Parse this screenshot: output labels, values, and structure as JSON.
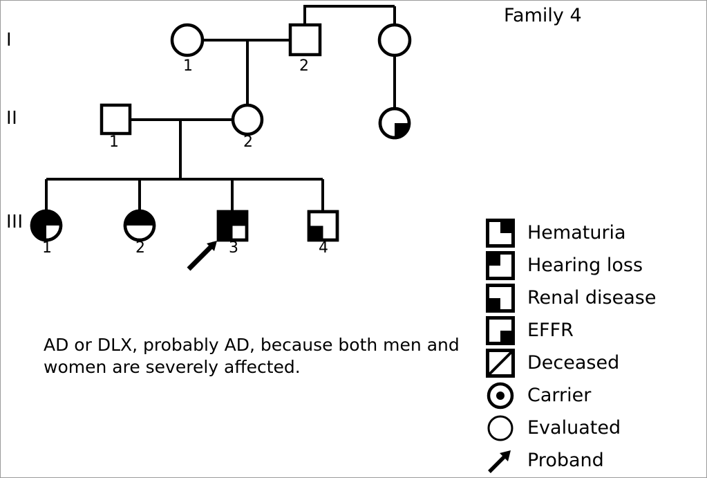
{
  "title": "Family 4",
  "generations": [
    {
      "label": "I"
    },
    {
      "label": "II"
    },
    {
      "label": "III"
    }
  ],
  "individuals": [
    {
      "id": "I-1",
      "generation": "I",
      "number": "1",
      "sex": "female",
      "shape": "circle",
      "quadrants": []
    },
    {
      "id": "I-2",
      "generation": "I",
      "number": "2",
      "sex": "male",
      "shape": "square",
      "quadrants": []
    },
    {
      "id": "I-3",
      "generation": "I",
      "number": "",
      "sex": "female",
      "shape": "circle",
      "quadrants": []
    },
    {
      "id": "II-1",
      "generation": "II",
      "number": "1",
      "sex": "male",
      "shape": "square",
      "quadrants": []
    },
    {
      "id": "II-2",
      "generation": "II",
      "number": "2",
      "sex": "female",
      "shape": "circle",
      "quadrants": []
    },
    {
      "id": "II-3",
      "generation": "II",
      "number": "",
      "sex": "female",
      "shape": "circle",
      "quadrants": [
        "bottom-right"
      ]
    },
    {
      "id": "III-1",
      "generation": "III",
      "number": "1",
      "sex": "female",
      "shape": "circle",
      "quadrants": [
        "top-left",
        "top-right",
        "bottom-left"
      ]
    },
    {
      "id": "III-2",
      "generation": "III",
      "number": "2",
      "sex": "female",
      "shape": "circle",
      "quadrants": [
        "top-left",
        "top-right"
      ]
    },
    {
      "id": "III-3",
      "generation": "III",
      "number": "3",
      "sex": "male",
      "shape": "square",
      "quadrants": [
        "top-left",
        "top-right",
        "bottom-left"
      ],
      "proband": true
    },
    {
      "id": "III-4",
      "generation": "III",
      "number": "4",
      "sex": "male",
      "shape": "square",
      "quadrants": [
        "bottom-left"
      ]
    }
  ],
  "annotation": "AD or DLX, probably AD, because both men and women are severely affected.",
  "legend": [
    {
      "symbol": "quadrant-top-right",
      "label": "Hematuria"
    },
    {
      "symbol": "quadrant-top-left",
      "label": "Hearing loss"
    },
    {
      "symbol": "quadrant-bottom-left",
      "label": "Renal disease"
    },
    {
      "symbol": "quadrant-bottom-right",
      "label": "EFFR"
    },
    {
      "symbol": "slashed-square",
      "label": "Deceased"
    },
    {
      "symbol": "dotted-circle",
      "label": "Carrier"
    },
    {
      "symbol": "plain-circle",
      "label": "Evaluated"
    },
    {
      "symbol": "arrow",
      "label": "Proband"
    }
  ],
  "colors": {
    "ink": "#000000",
    "background": "#ffffff",
    "border": "#9a9a9a"
  }
}
